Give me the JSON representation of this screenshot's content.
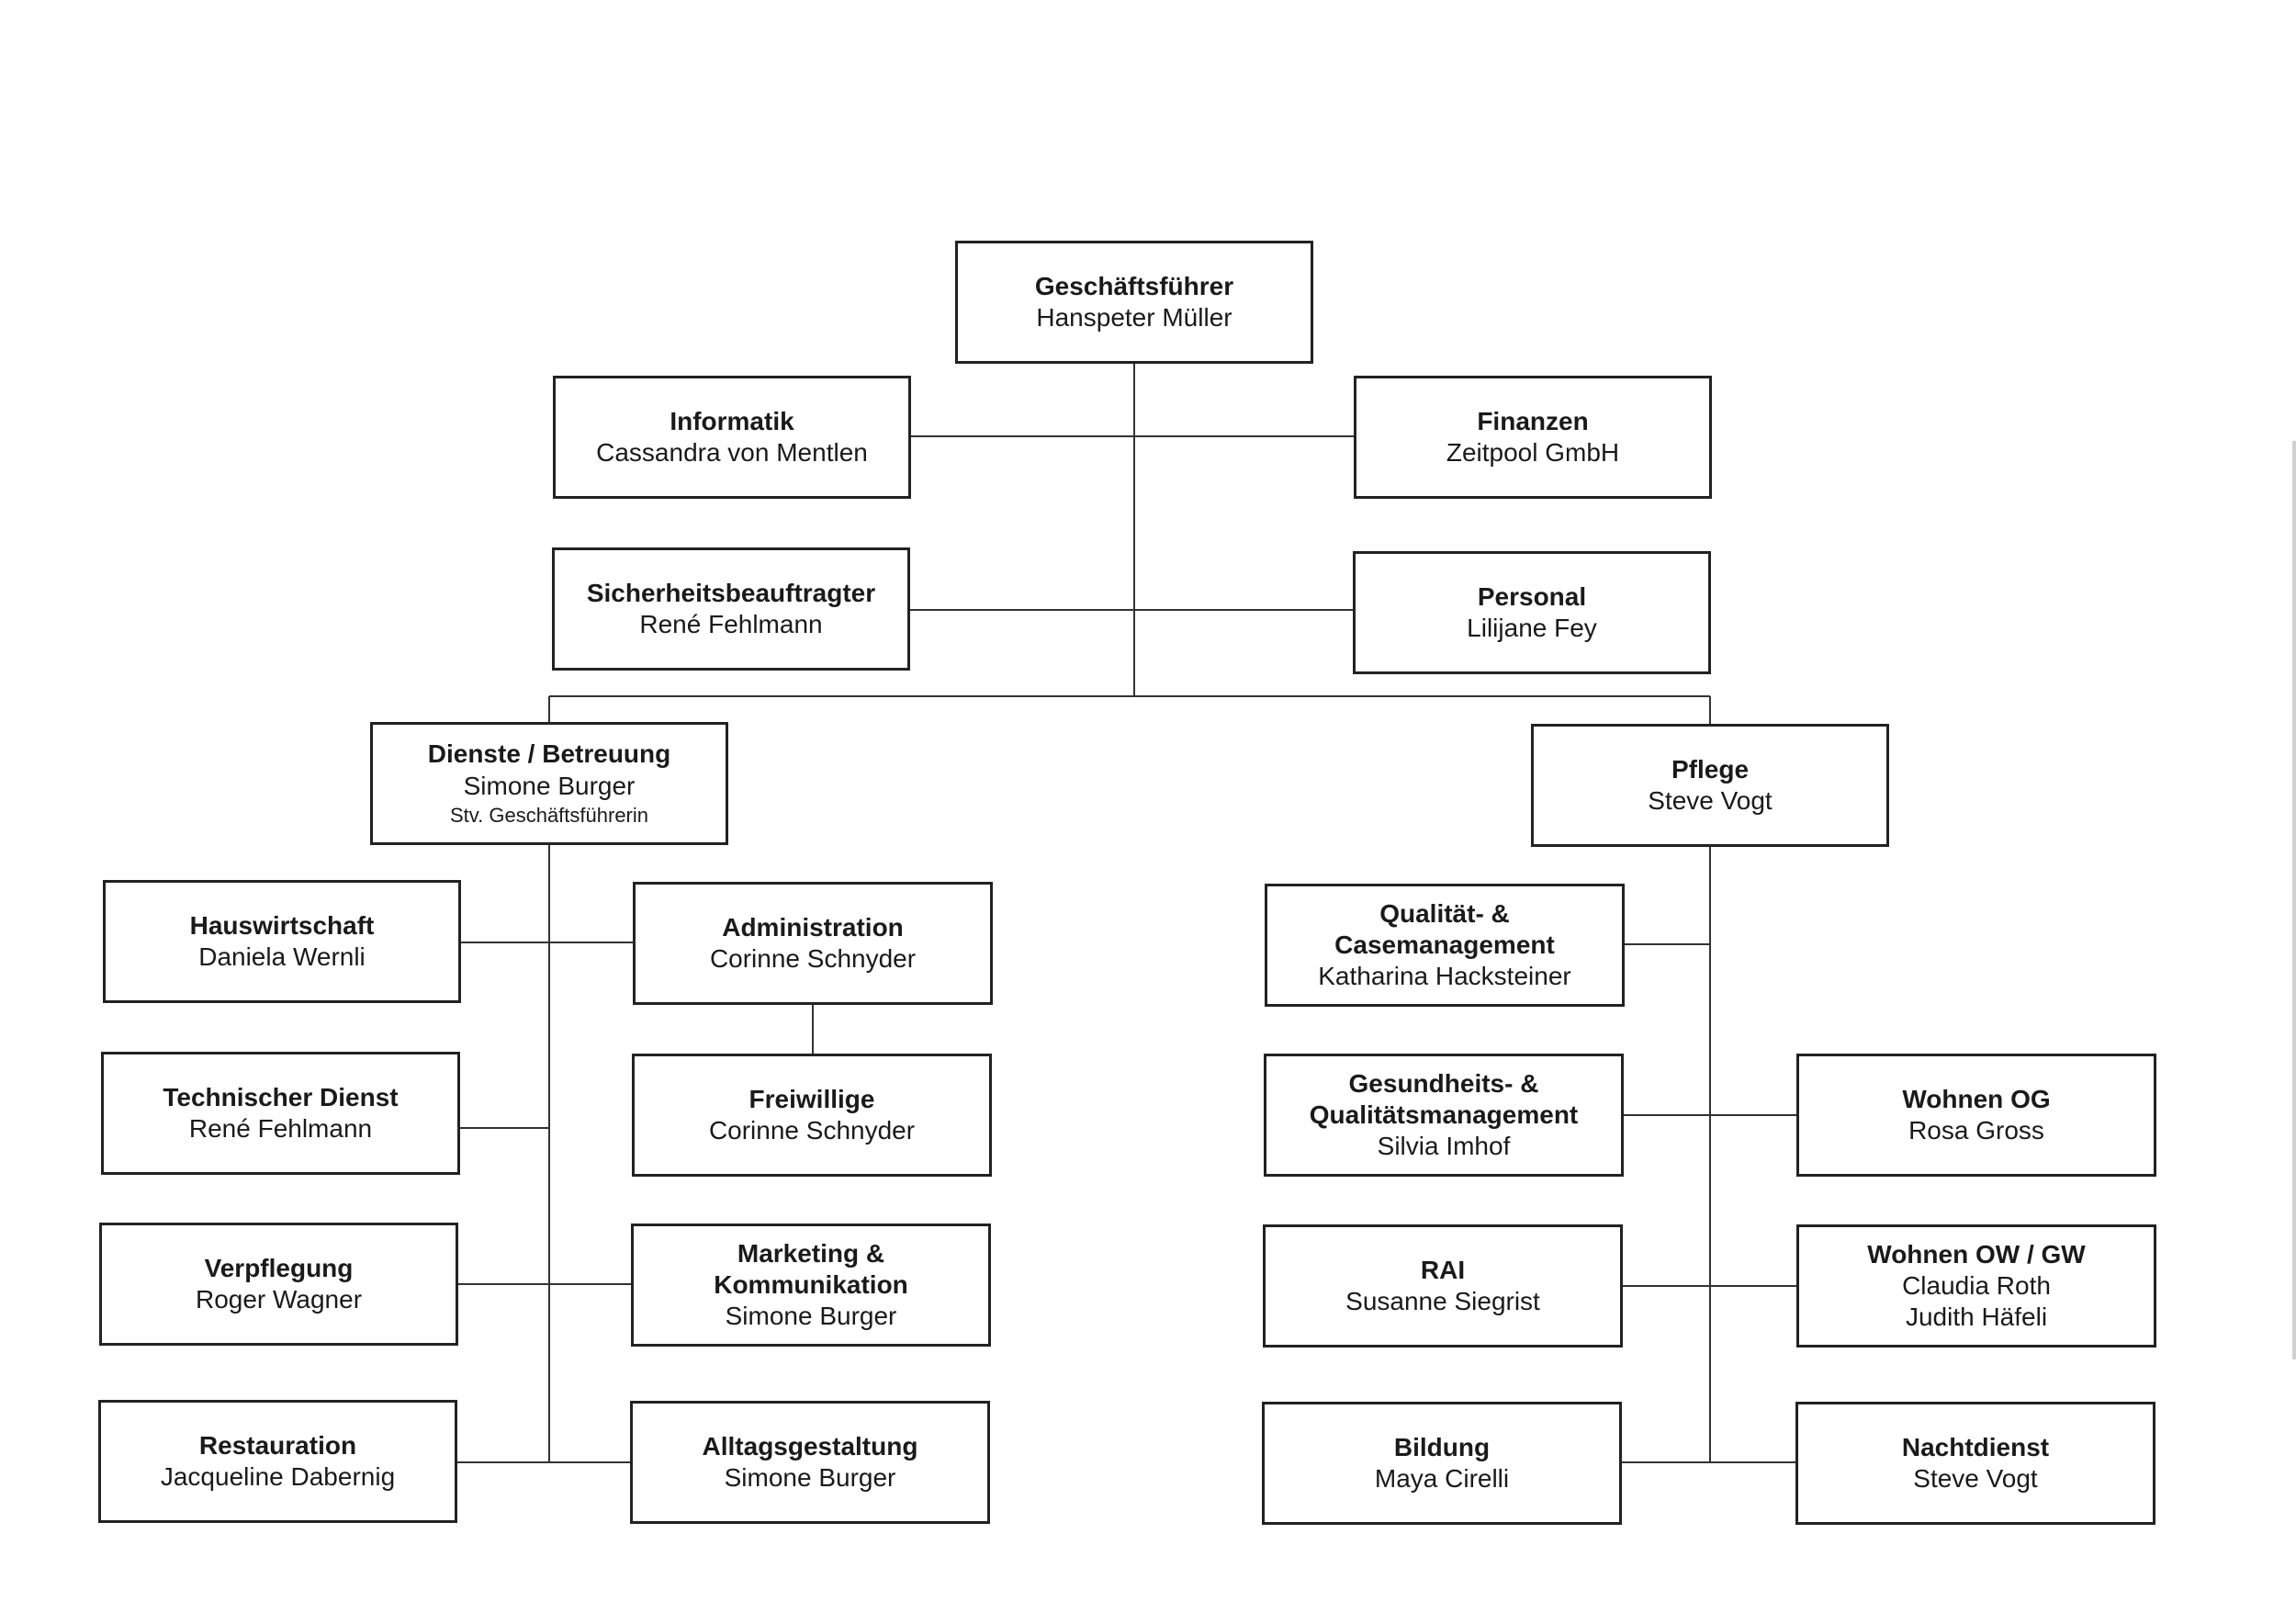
{
  "org_chart": {
    "ceo": {
      "title": "Geschäftsführer",
      "name": "Hanspeter Müller"
    },
    "staff": {
      "informatik": {
        "title": "Informatik",
        "name": "Cassandra von Mentlen"
      },
      "finanzen": {
        "title": "Finanzen",
        "name": "Zeitpool GmbH"
      },
      "sicherheit": {
        "title": "Sicherheitsbeauftragter",
        "name": "René Fehlmann"
      },
      "personal": {
        "title": "Personal",
        "name": "Lilijane Fey"
      }
    },
    "dienste": {
      "head": {
        "title": "Dienste / Betreuung",
        "name": "Simone Burger",
        "note": "Stv. Geschäftsführerin"
      },
      "hauswirtschaft": {
        "title": "Hauswirtschaft",
        "name": "Daniela Wernli"
      },
      "technischer_dienst": {
        "title": "Technischer Dienst",
        "name": "René Fehlmann"
      },
      "verpflegung": {
        "title": "Verpflegung",
        "name": "Roger Wagner"
      },
      "restauration": {
        "title": "Restauration",
        "name": "Jacqueline Dabernig"
      },
      "administration": {
        "title": "Administration",
        "name": "Corinne Schnyder"
      },
      "freiwillige": {
        "title": "Freiwillige",
        "name": "Corinne Schnyder"
      },
      "marketing": {
        "title_line1": "Marketing &",
        "title_line2": "Kommunikation",
        "name": "Simone Burger"
      },
      "alltagsgestaltung": {
        "title": "Alltagsgestaltung",
        "name": "Simone Burger"
      }
    },
    "pflege": {
      "head": {
        "title": "Pflege",
        "name": "Steve Vogt"
      },
      "qualitaet": {
        "title_line1": "Qualität- &",
        "title_line2": "Casemanagement",
        "name": "Katharina Hacksteiner"
      },
      "gesundheit": {
        "title_line1": "Gesundheits- &",
        "title_line2": "Qualitätsmanagement",
        "name": "Silvia Imhof"
      },
      "rai": {
        "title": "RAI",
        "name": "Susanne Siegrist"
      },
      "bildung": {
        "title": "Bildung",
        "name": "Maya Cirelli"
      },
      "wohnen_og": {
        "title": "Wohnen OG",
        "name": "Rosa Gross"
      },
      "wohnen_ow": {
        "title": "Wohnen OW / GW",
        "name": "Claudia Roth",
        "name2": "Judith Häfeli"
      },
      "nachtdienst": {
        "title": "Nachtdienst",
        "name": "Steve Vogt"
      }
    }
  }
}
